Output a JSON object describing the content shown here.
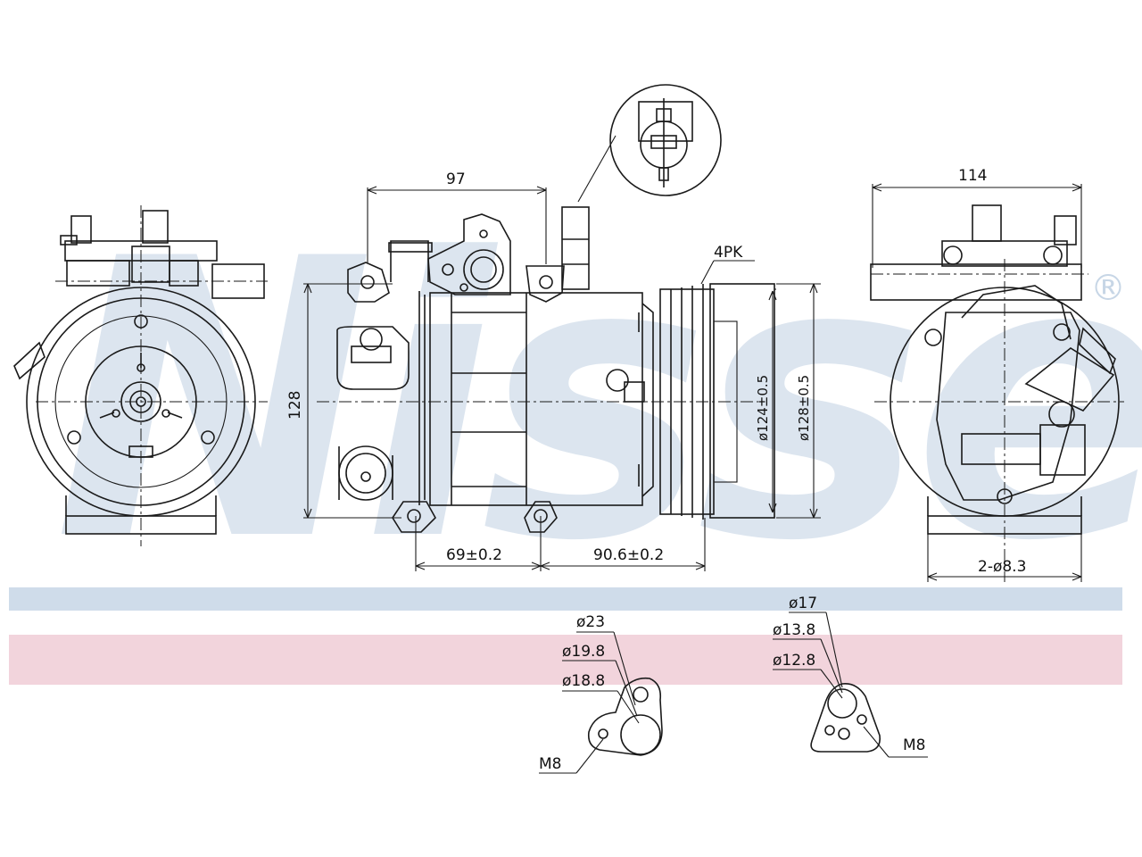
{
  "brand": {
    "watermark": "Nissens",
    "registered_mark": "®",
    "color_blue": "#cfdcea",
    "color_pink": "#f2d4dc"
  },
  "dimensions": {
    "top_width_side": "97",
    "top_width_right": "114",
    "height": "128",
    "pulley_inner": "ø124±0.5",
    "pulley_outer": "ø128±0.5",
    "belt": "4PK",
    "bottom_left": "69±0.2",
    "bottom_right": "90.6±0.2",
    "mount_holes": "2-ø8.3"
  },
  "port_left": {
    "d1": "ø23",
    "d2": "ø19.8",
    "d3": "ø18.8",
    "thread": "M8"
  },
  "port_right": {
    "d1": "ø17",
    "d2": "ø13.8",
    "d3": "ø12.8",
    "thread": "M8"
  }
}
